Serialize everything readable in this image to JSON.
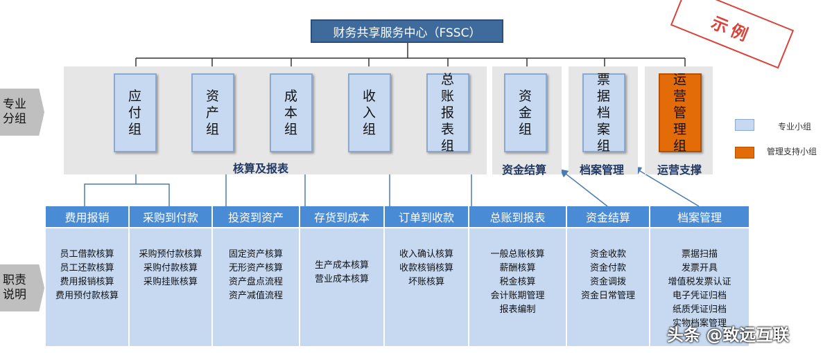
{
  "title": "财务共享服务中心（FSSC）",
  "stamp": "示例",
  "side_labels": [
    "专业分组",
    "职责说明"
  ],
  "groups": [
    {
      "name": "应付组"
    },
    {
      "name": "资产组"
    },
    {
      "name": "成本组"
    },
    {
      "name": "收入组"
    },
    {
      "name": "总账报表组"
    },
    {
      "name": "资金组"
    },
    {
      "name": "票据档案组"
    },
    {
      "name": "运营管理组"
    }
  ],
  "panel_labels": [
    "核算及报表",
    "资金结算",
    "档案管理",
    "运营支撑"
  ],
  "legend": [
    {
      "label": "专业小组",
      "color": "#c6d9f1"
    },
    {
      "label": "管理支持小组",
      "color": "#e36c09"
    }
  ],
  "columns": [
    {
      "header": "费用报销",
      "items": [
        "员工借款核算",
        "员工还款核算",
        "费用报销核算",
        "费用预付款核算"
      ]
    },
    {
      "header": "采购到付款",
      "items": [
        "采购预付款核算",
        "采购付款核算",
        "采购挂账核算"
      ]
    },
    {
      "header": "投资到资产",
      "items": [
        "固定资产核算",
        "无形资产核算",
        "资产盘点流程",
        "资产减值流程"
      ]
    },
    {
      "header": "存货到成本",
      "items": [
        "生产成本核算",
        "营业成本核算"
      ]
    },
    {
      "header": "订单到收款",
      "items": [
        "收入确认核算",
        "收款核销核算",
        "坏账核算"
      ]
    },
    {
      "header": "总账到报表",
      "items": [
        "一般总账核算",
        "薪酬核算",
        "税金核算",
        "会计账期管理",
        "报表编制"
      ]
    },
    {
      "header": "资金结算",
      "items": [
        "资金收款",
        "资金付款",
        "资金调拨",
        "资金日常管理"
      ]
    },
    {
      "header": "档案管理",
      "items": [
        "票据扫描",
        "发票开具",
        "增值税发票认证",
        "电子凭证归档",
        "纸质凭证归档",
        "实物档案管理"
      ]
    }
  ],
  "watermark": "头条 @致远互联"
}
